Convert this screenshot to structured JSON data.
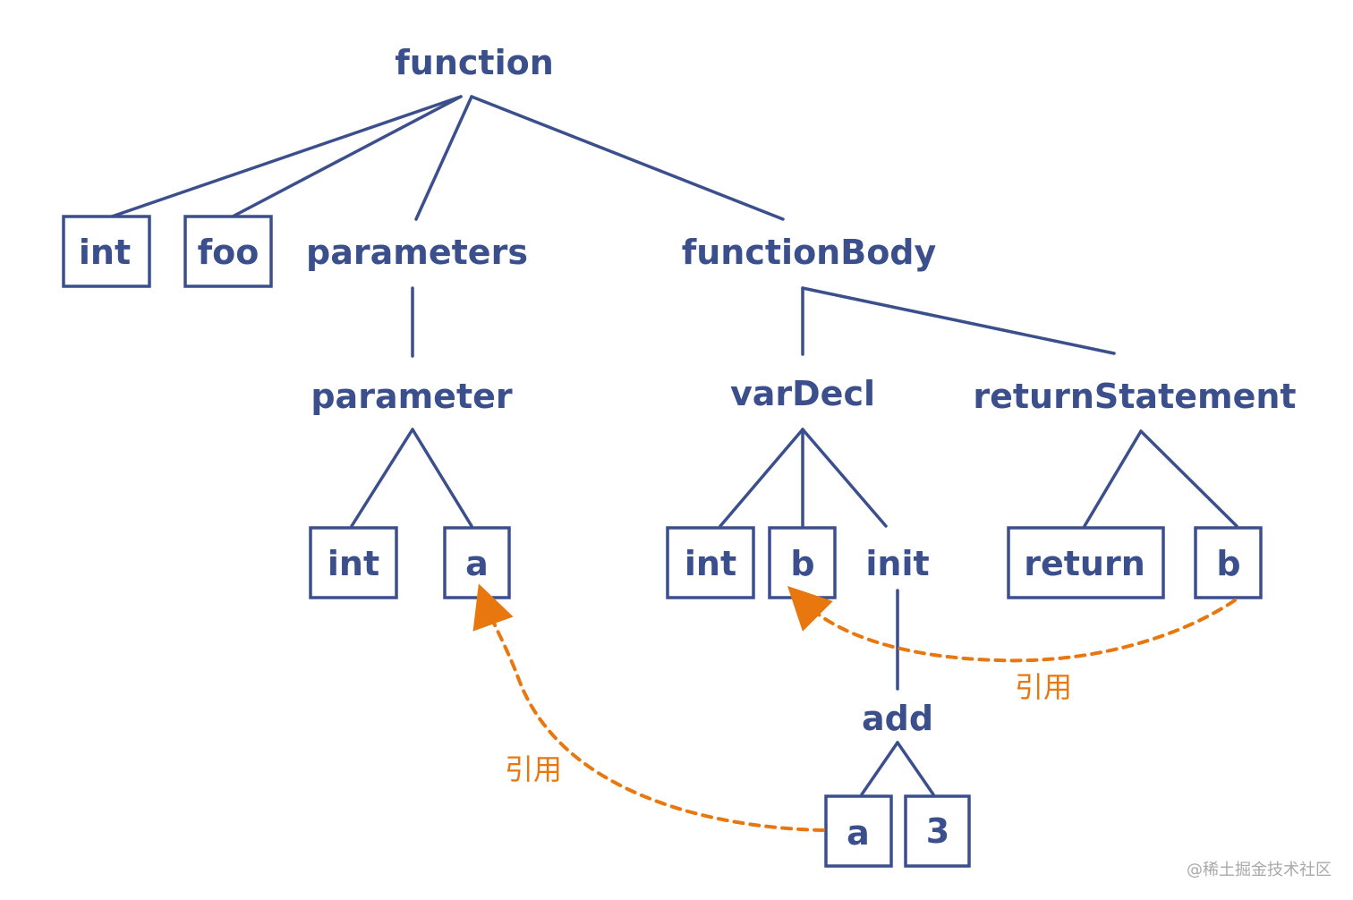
{
  "tree": {
    "function": "function",
    "int_1": "int",
    "foo": "foo",
    "parameters": "parameters",
    "functionBody": "functionBody",
    "parameter": "parameter",
    "param_int": "int",
    "param_a": "a",
    "varDecl": "varDecl",
    "returnStatement": "returnStatement",
    "var_int": "int",
    "var_b": "b",
    "init": "init",
    "ret_return": "return",
    "ret_b": "b",
    "add": "add",
    "add_a": "a",
    "add_3": "3"
  },
  "references": {
    "ref_a_label": "引用",
    "ref_b_label": "引用"
  },
  "colors": {
    "tree": "#3a4f8c",
    "reference": "#e8770f"
  },
  "watermark": "@稀土掘金技术社区"
}
